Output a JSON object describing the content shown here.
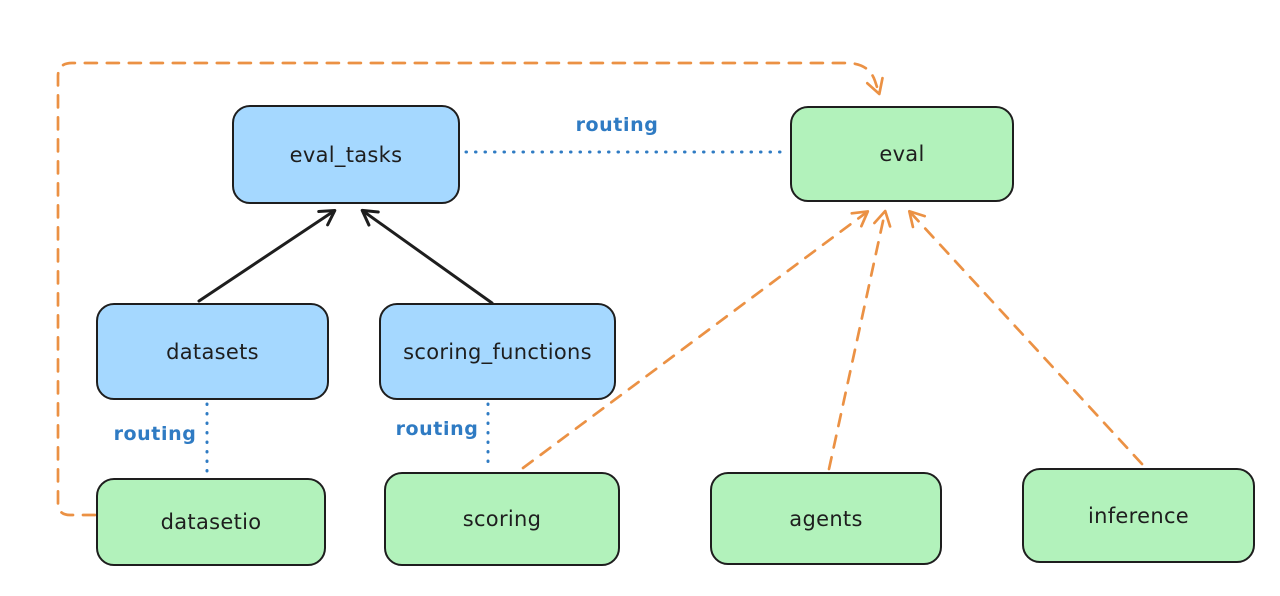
{
  "diagram": {
    "type": "architecture-graph",
    "background": "#ffffff",
    "nodes": [
      {
        "id": "eval_tasks",
        "label": "eval_tasks",
        "role": "api",
        "fill": "#a5d8ff"
      },
      {
        "id": "datasets",
        "label": "datasets",
        "role": "api",
        "fill": "#a5d8ff"
      },
      {
        "id": "scoring_functions",
        "label": "scoring_functions",
        "role": "api",
        "fill": "#a5d8ff"
      },
      {
        "id": "eval",
        "label": "eval",
        "role": "provider",
        "fill": "#b2f2bb"
      },
      {
        "id": "datasetio",
        "label": "datasetio",
        "role": "provider",
        "fill": "#b2f2bb"
      },
      {
        "id": "scoring",
        "label": "scoring",
        "role": "provider",
        "fill": "#b2f2bb"
      },
      {
        "id": "agents",
        "label": "agents",
        "role": "provider",
        "fill": "#b2f2bb"
      },
      {
        "id": "inference",
        "label": "inference",
        "role": "provider",
        "fill": "#b2f2bb"
      }
    ],
    "edges": [
      {
        "from": "datasets",
        "to": "eval_tasks",
        "style": "solid-arrow",
        "color": "#1e1e1e",
        "label": ""
      },
      {
        "from": "scoring_functions",
        "to": "eval_tasks",
        "style": "solid-arrow",
        "color": "#1e1e1e",
        "label": ""
      },
      {
        "from": "eval_tasks",
        "to": "eval",
        "style": "dotted",
        "color": "#2f7bc3",
        "label": "routing"
      },
      {
        "from": "datasets",
        "to": "datasetio",
        "style": "dotted",
        "color": "#2f7bc3",
        "label": "routing"
      },
      {
        "from": "scoring_functions",
        "to": "scoring",
        "style": "dotted",
        "color": "#2f7bc3",
        "label": "routing"
      },
      {
        "from": "datasetio",
        "to": "eval",
        "style": "dashed-arrow",
        "color": "#eb9144",
        "label": ""
      },
      {
        "from": "scoring",
        "to": "eval",
        "style": "dashed-arrow",
        "color": "#eb9144",
        "label": ""
      },
      {
        "from": "agents",
        "to": "eval",
        "style": "dashed-arrow",
        "color": "#eb9144",
        "label": ""
      },
      {
        "from": "inference",
        "to": "eval",
        "style": "dashed-arrow",
        "color": "#eb9144",
        "label": ""
      }
    ],
    "edge_labels": {
      "eval_routing": "routing",
      "datasetio_routing": "routing",
      "scoring_routing": "routing"
    },
    "colors": {
      "api_fill": "#a5d8ff",
      "provider_fill": "#b2f2bb",
      "node_stroke": "#1e1e1e",
      "routing_line": "#2f7bc3",
      "provider_arrow": "#eb9144",
      "background": "#ffffff"
    }
  }
}
